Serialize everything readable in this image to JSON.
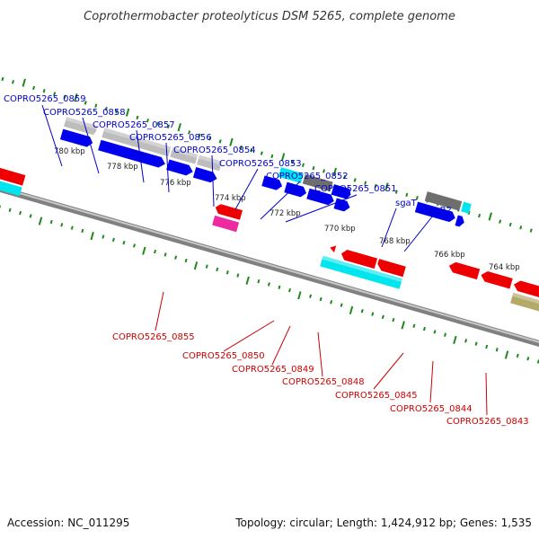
{
  "title": "Coprothermobacter proteolyticus DSM 5265, complete genome",
  "footer": {
    "accession": "Accession: NC_011295",
    "summary": "Topology: circular; Length: 1,424,912 bp; Genes: 1,535"
  },
  "colors": {
    "backbone": "#808080",
    "tick": "#1e8a1e",
    "forward_label": "#0000cc",
    "reverse_label": "#cc0000",
    "cds_forward": "#0000ee",
    "cds_reverse": "#ee0000",
    "gene_forward": "#bdbdbd",
    "gene_reverse": "#00e5ee",
    "trna": "#6e6e6e",
    "rrna": "#b5a96a",
    "misc": "#ee2aa0"
  },
  "scale": {
    "ticks": [
      "780 kbp",
      "778 kbp",
      "776 kbp",
      "774 kbp",
      "772 kbp",
      "770 kbp",
      "768 kbp",
      "766 kbp",
      "764 kbp"
    ]
  },
  "forward_labels": [
    "COPRO5265_0859",
    "COPRO5265_0858",
    "COPRO5265_0857",
    "COPRO5265_0856",
    "COPRO5265_0854",
    "COPRO5265_0853",
    "COPRO5265_0852",
    "COPRO5265_0851",
    "sgaT",
    "sgaB2"
  ],
  "reverse_labels": [
    "COPRO5265_0855",
    "COPRO5265_0850",
    "COPRO5265_0849",
    "COPRO5265_0848",
    "COPRO5265_0845",
    "COPRO5265_0844",
    "COPRO5265_0843"
  ]
}
